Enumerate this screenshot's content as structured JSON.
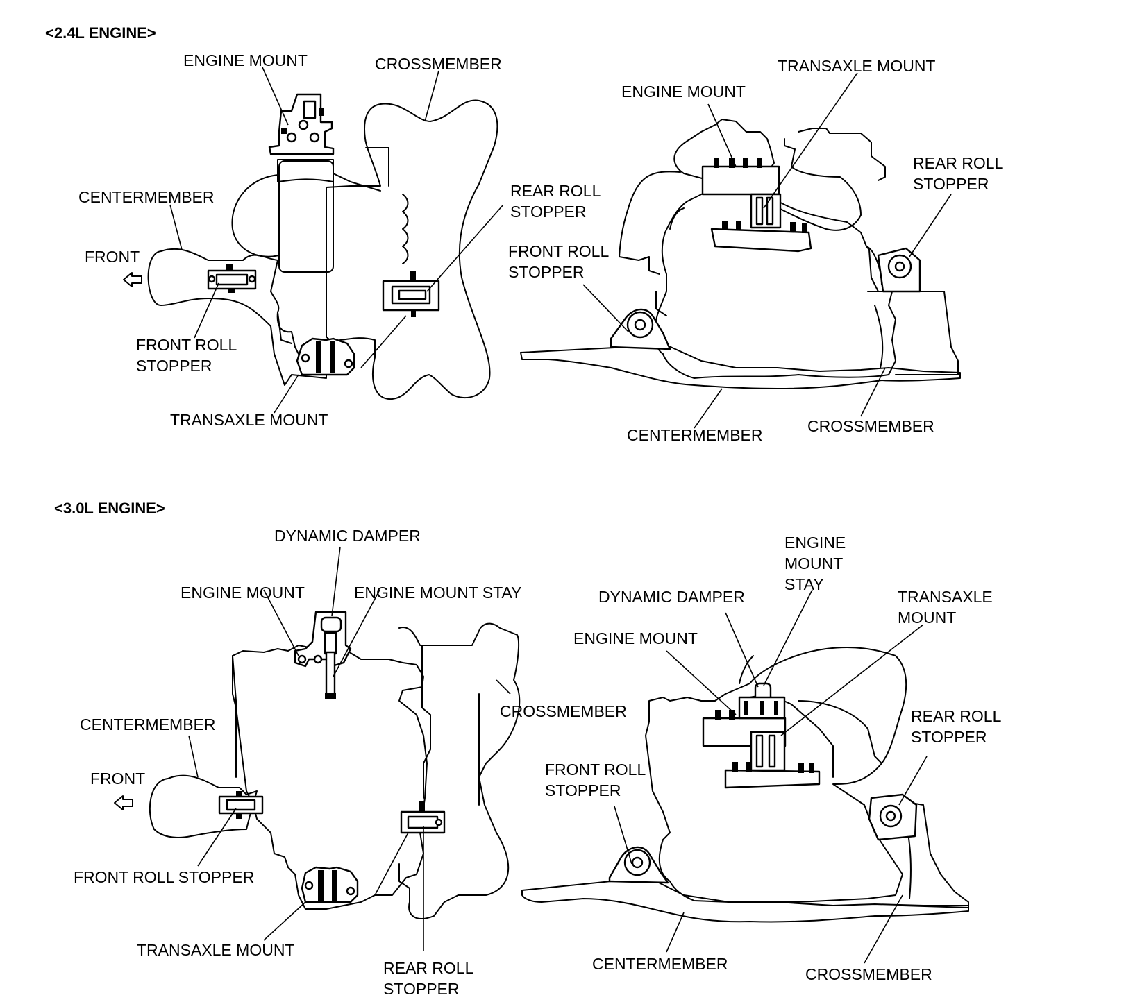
{
  "sections": [
    {
      "title": "<2.4L ENGINE>",
      "top_view": {
        "engine_mount": "ENGINE MOUNT",
        "crossmember": "CROSSMEMBER",
        "centermember": "CENTERMEMBER",
        "front": "FRONT",
        "rear_roll_stopper": [
          "REAR ROLL",
          "STOPPER"
        ],
        "front_roll_stopper": [
          "FRONT ROLL",
          "STOPPER"
        ],
        "transaxle_mount": "TRANSAXLE MOUNT"
      },
      "side_view": {
        "engine_mount": "ENGINE MOUNT",
        "transaxle_mount": "TRANSAXLE MOUNT",
        "rear_roll_stopper": [
          "REAR ROLL",
          "STOPPER"
        ],
        "front_roll_stopper": [
          "FRONT ROLL",
          "STOPPER"
        ],
        "centermember": "CENTERMEMBER",
        "crossmember": "CROSSMEMBER"
      }
    },
    {
      "title": "<3.0L ENGINE>",
      "top_view": {
        "dynamic_damper": "DYNAMIC DAMPER",
        "engine_mount": "ENGINE MOUNT",
        "engine_mount_stay": "ENGINE MOUNT STAY",
        "crossmember": "CROSSMEMBER",
        "centermember": "CENTERMEMBER",
        "front": "FRONT",
        "front_roll_stopper": "FRONT ROLL STOPPER",
        "transaxle_mount": "TRANSAXLE MOUNT",
        "rear_roll_stopper": [
          "REAR ROLL",
          "STOPPER"
        ]
      },
      "side_view": {
        "engine_mount_stay": [
          "ENGINE",
          "MOUNT",
          "STAY"
        ],
        "dynamic_damper": "DYNAMIC DAMPER",
        "transaxle_mount": [
          "TRANSAXLE",
          "MOUNT"
        ],
        "engine_mount": "ENGINE MOUNT",
        "rear_roll_stopper": [
          "REAR ROLL",
          "STOPPER"
        ],
        "front_roll_stopper": [
          "FRONT ROLL",
          "STOPPER"
        ],
        "centermember": "CENTERMEMBER",
        "crossmember": "CROSSMEMBER"
      }
    }
  ]
}
